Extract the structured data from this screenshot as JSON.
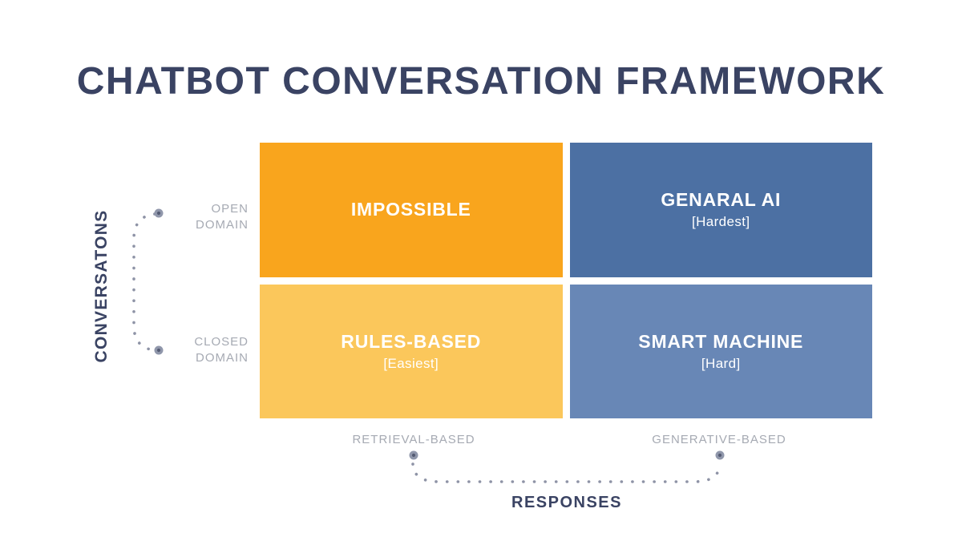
{
  "title": "CHATBOT CONVERSATION FRAMEWORK",
  "colors": {
    "title_navy": "#3A4363",
    "tick_gray": "#A6AAB3",
    "dot_gray": "#8E93A6",
    "endpoint_outer": "#9097AB",
    "endpoint_inner": "#545B73",
    "quadrant_text": "#FFFFFF",
    "quadrant_impossible": "#F9A51D",
    "quadrant_rules_based": "#FBC75B",
    "quadrant_general_ai": "#4C70A3",
    "quadrant_smart_machine": "#6887B6"
  },
  "y_axis": {
    "label": "CONVERSATONS",
    "top_tick": {
      "line1": "OPEN",
      "line2": "DOMAIN"
    },
    "bottom_tick": {
      "line1": "CLOSED",
      "line2": "DOMAIN"
    }
  },
  "x_axis": {
    "label": "RESPONSES",
    "left_tick": "RETRIEVAL-BASED",
    "right_tick": "GENERATIVE-BASED"
  },
  "quadrants": {
    "top_left": {
      "label": "IMPOSSIBLE",
      "sublabel": ""
    },
    "top_right": {
      "label": "GENARAL AI",
      "sublabel": "[Hardest]"
    },
    "bottom_left": {
      "label": "RULES-BASED",
      "sublabel": "[Easiest]"
    },
    "bottom_right": {
      "label": "SMART MACHINE",
      "sublabel": "[Hard]"
    }
  }
}
